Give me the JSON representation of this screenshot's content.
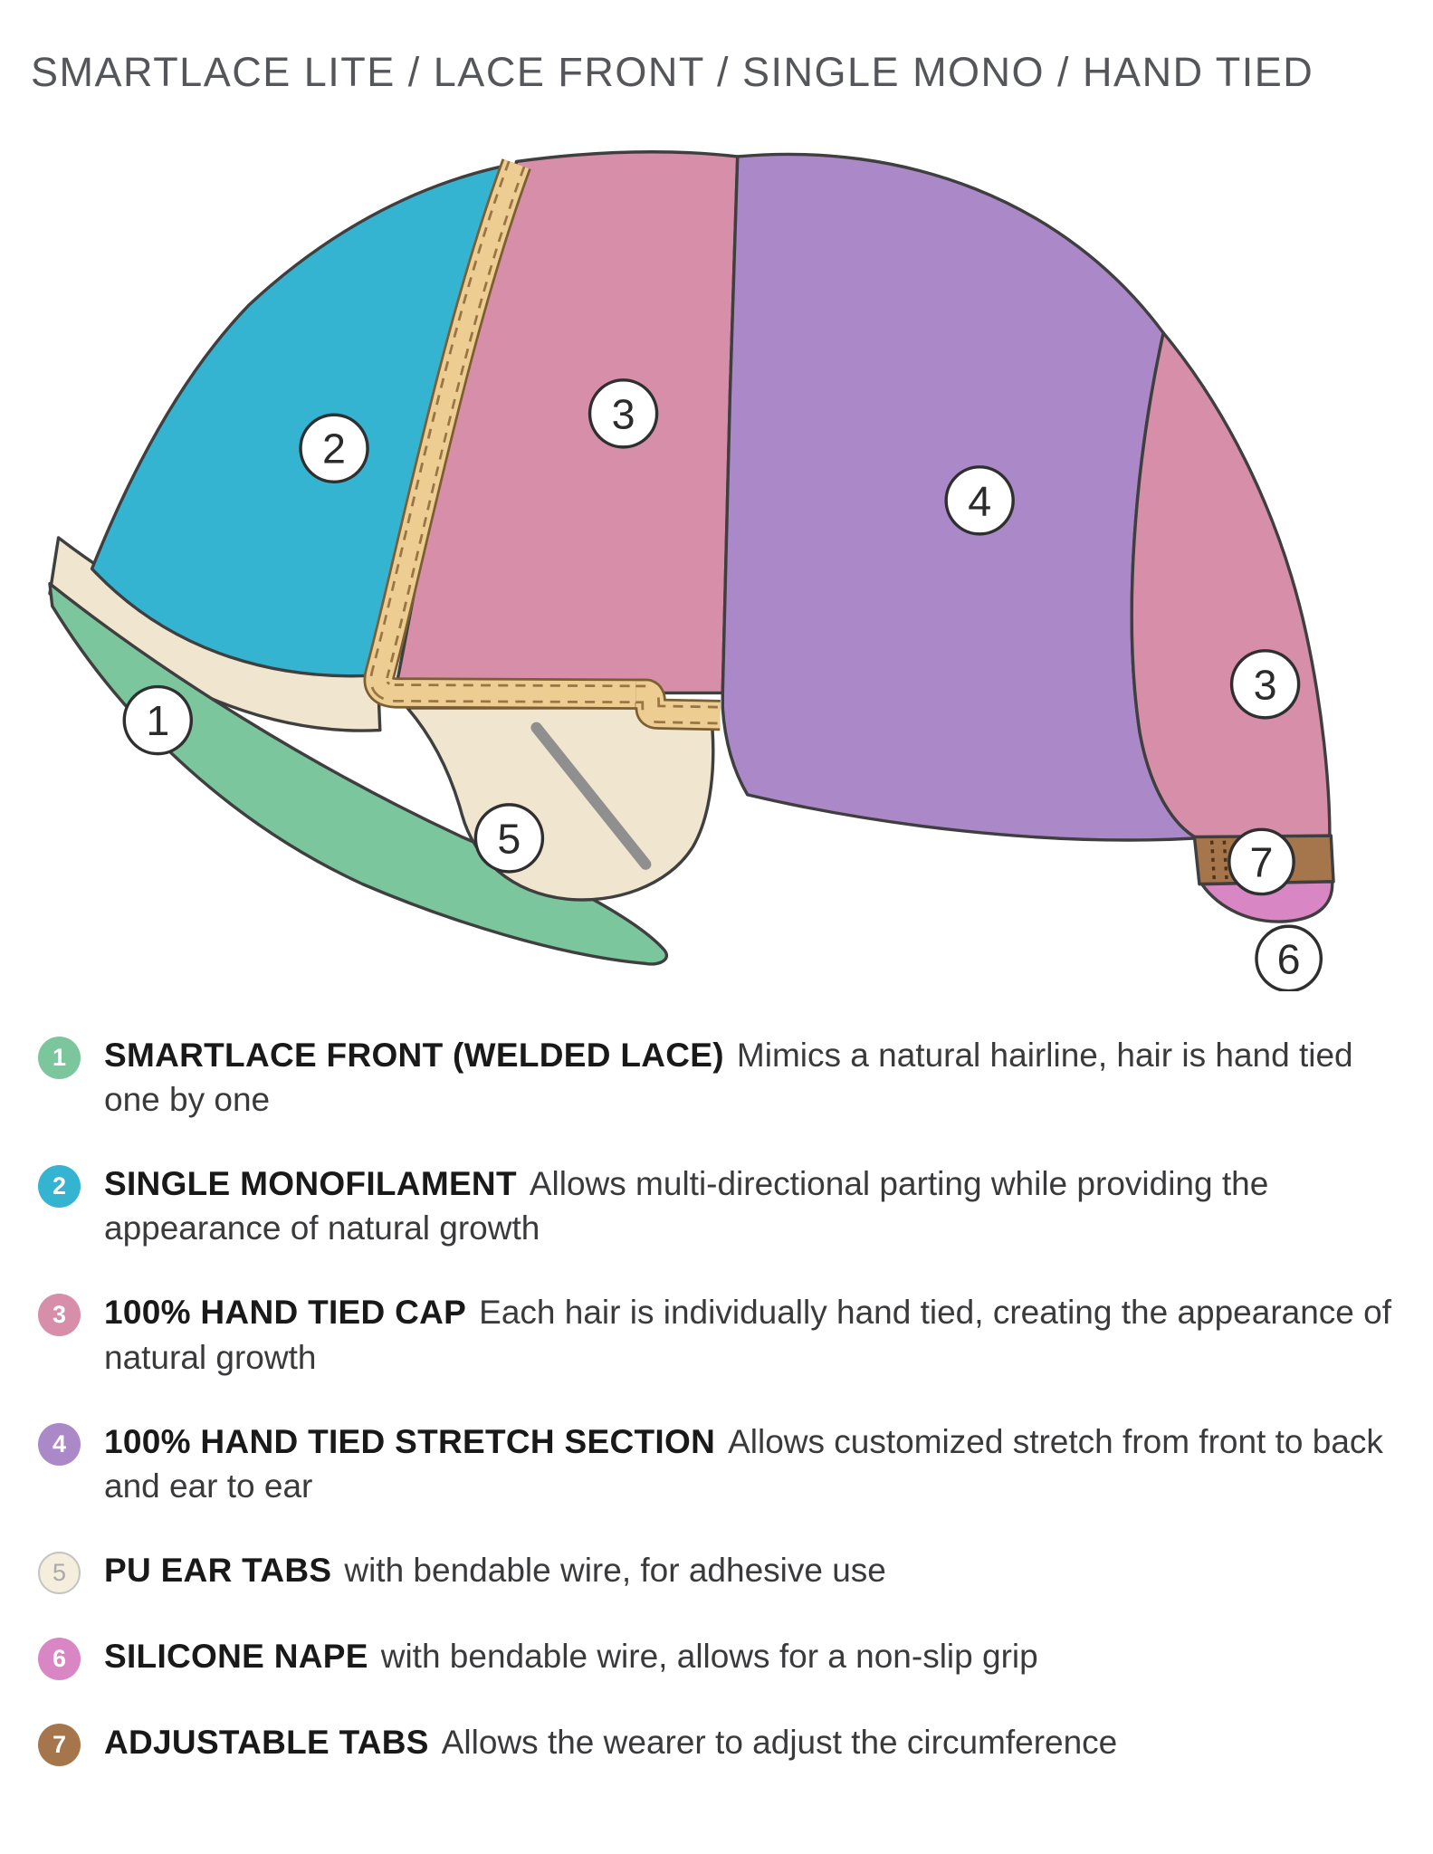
{
  "title": "SMARTLACE LITE / LACE FRONT / SINGLE MONO / HAND TIED",
  "colors": {
    "green": "#7cc69e",
    "teal": "#35b4d2",
    "pink": "#d78ea9",
    "purple": "#ab89c9",
    "cream": "#f0e6d0",
    "tan": "#edcd92",
    "tan_edge": "#7c5e33",
    "tan_stitch": "#9a7443",
    "brown": "#a5754b",
    "brown_stitch": "#4f3317",
    "orchid": "#d887c4",
    "outline": "#3f3f3f",
    "wire": "#8f8f8f"
  },
  "diagram": {
    "markers": [
      {
        "n": "1"
      },
      {
        "n": "2"
      },
      {
        "n": "3"
      },
      {
        "n": "4"
      },
      {
        "n": "3"
      },
      {
        "n": "5"
      },
      {
        "n": "7"
      },
      {
        "n": "6"
      }
    ]
  },
  "legend": {
    "items": [
      {
        "number": "1",
        "color": "#7cc69e",
        "label": "SMARTLACE FRONT (WELDED LACE)",
        "description": "Mimics a natural hairline, hair is hand tied one by one"
      },
      {
        "number": "2",
        "color": "#35b4d2",
        "label": "SINGLE MONOFILAMENT",
        "description": "Allows multi-directional parting while providing the appearance of natural growth"
      },
      {
        "number": "3",
        "color": "#d78ea9",
        "label": "100% HAND TIED CAP",
        "description": "Each hair is individually hand tied, creating the appearance of natural growth"
      },
      {
        "number": "4",
        "color": "#ab89c9",
        "label": "100% HAND TIED STRETCH SECTION",
        "description": "Allows customized stretch from front to back and ear to ear"
      },
      {
        "number": "5",
        "color": "#f5eedc",
        "label": "PU EAR TABS",
        "description": "with bendable wire, for adhesive use"
      },
      {
        "number": "6",
        "color": "#d887c4",
        "label": "SILICONE NAPE",
        "description": "with bendable wire, allows for a non-slip grip"
      },
      {
        "number": "7",
        "color": "#a5754b",
        "label": "ADJUSTABLE TABS",
        "description": "Allows the wearer to adjust the circumference"
      }
    ]
  }
}
